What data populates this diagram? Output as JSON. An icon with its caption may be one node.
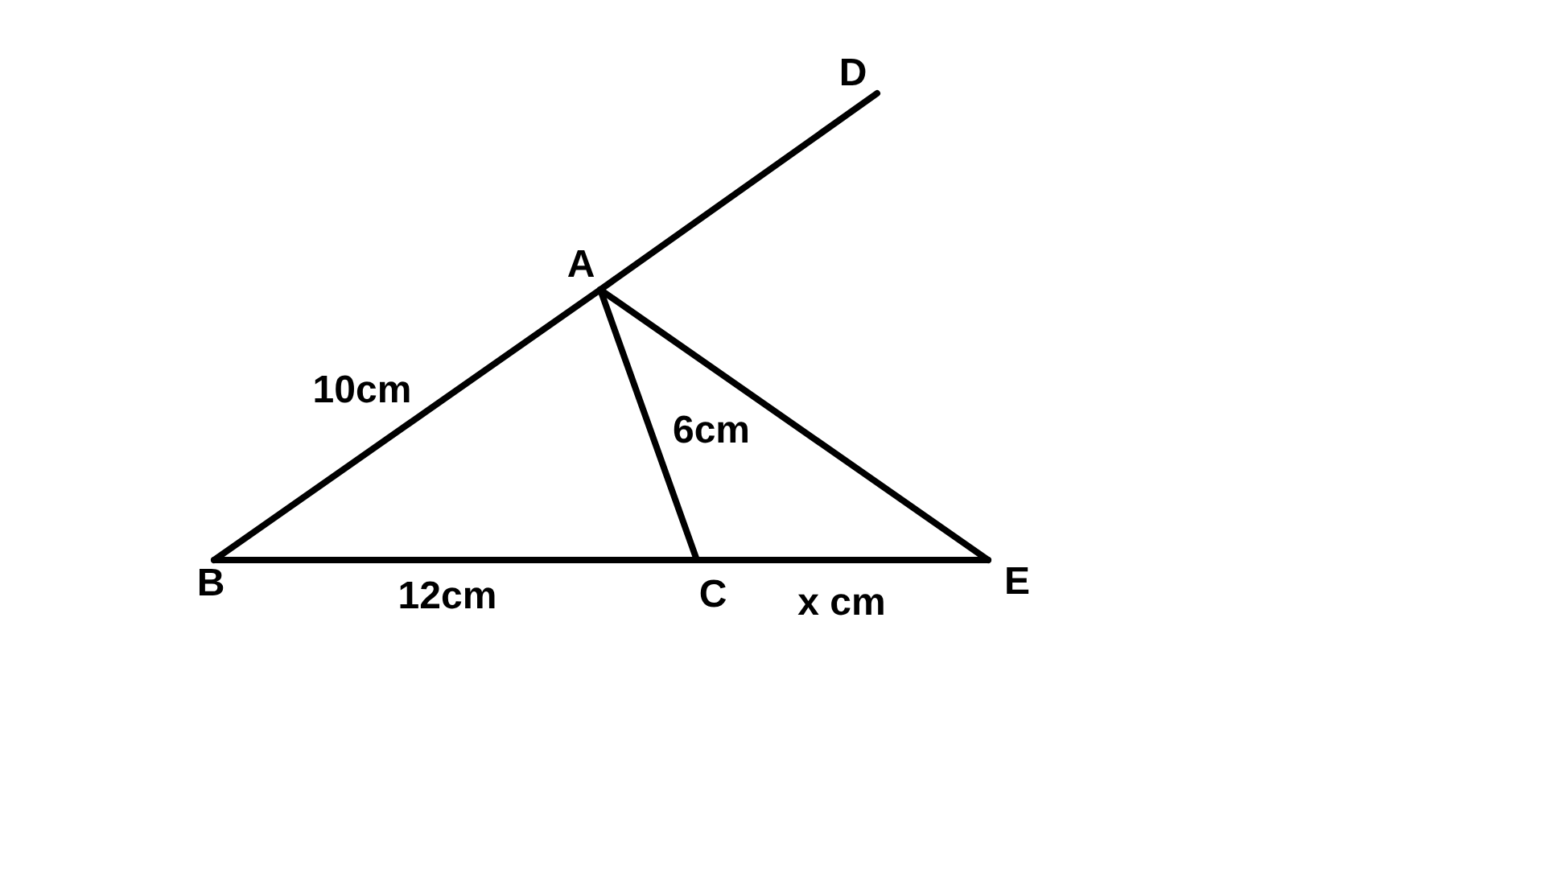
{
  "diagram": {
    "nodes": [
      {
        "text": [
          "D"
        ]
      },
      {
        "text": [
          "A"
        ]
      },
      {
        "text": [
          "B"
        ]
      },
      {
        "text": [
          "C"
        ]
      },
      {
        "text": [
          "E"
        ]
      }
    ],
    "edges": [
      {
        "from": 2,
        "to": 1,
        "arrow": "none",
        "label": "10cm"
      },
      {
        "from": 1,
        "to": 0,
        "arrow": "none"
      },
      {
        "from": 1,
        "to": 3,
        "arrow": "none",
        "label": "6cm"
      },
      {
        "from": 1,
        "to": 4,
        "arrow": "none"
      },
      {
        "from": 2,
        "to": 3,
        "arrow": "none",
        "label": "12cm"
      },
      {
        "from": 3,
        "to": 4,
        "arrow": "none",
        "label": "x cm"
      }
    ]
  }
}
